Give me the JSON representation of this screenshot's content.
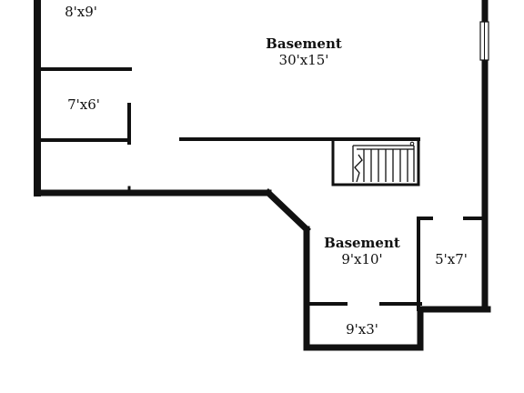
{
  "plan": {
    "title": "",
    "rooms": {
      "closet_top": {
        "dims": "8'x9'"
      },
      "closet_mid": {
        "dims": "7'x6'"
      },
      "basement_main": {
        "name": "Basement",
        "dims": "30'x15'"
      },
      "basement_small": {
        "name": "Basement",
        "dims": "9'x10'"
      },
      "closet_right": {
        "dims": "5'x7'"
      },
      "closet_bottom": {
        "dims": "9'x3'"
      }
    },
    "colors": {
      "wall": "#111111",
      "background": "#ffffff"
    },
    "icons": {
      "stairs": "staircase-icon",
      "window": "window-icon"
    }
  }
}
